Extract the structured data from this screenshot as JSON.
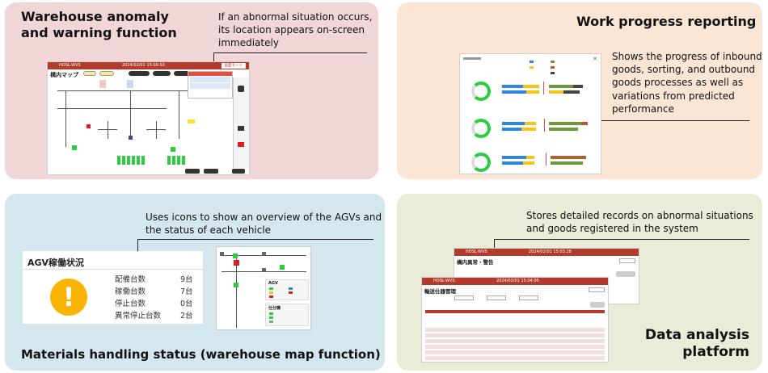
{
  "panels": {
    "anomaly": {
      "title_line1": "Warehouse anomaly",
      "title_line2": "and warning function",
      "desc_line1": "If an abnormal situation occurs,",
      "desc_line2": "its location appears on-screen",
      "desc_line3": "immediately"
    },
    "progress": {
      "title": "Work progress reporting",
      "desc_line1": "Shows the progress of inbound",
      "desc_line2": "goods, sorting, and outbound",
      "desc_line3": "goods processes as well as",
      "desc_line4": "variations from predicted",
      "desc_line5": "performance"
    },
    "materials": {
      "title": "Materials handling status (warehouse map function)",
      "desc_line1": "Uses icons to show an overview of the AGVs and",
      "desc_line2": "the status of each vehicle"
    },
    "analysis": {
      "title_line1": "Data analysis",
      "title_line2": "platform",
      "desc_line1": "Stores detailed records on abnormal situations",
      "desc_line2": "and goods registered in the system"
    }
  },
  "map_screen": {
    "app": "HOSL-WVS",
    "datetime": "2024/02/01 15:00:50",
    "title": "構内マップ",
    "top_button": "画面モード"
  },
  "agv_card": {
    "title": "AGV稼働状況",
    "warning_glyph": "!",
    "stats": [
      {
        "label": "配備台数",
        "value": "9台"
      },
      {
        "label": "稼働台数",
        "value": "7台"
      },
      {
        "label": "停止台数",
        "value": "0台"
      },
      {
        "label": "異常停止台数",
        "value": "2台"
      }
    ]
  },
  "mini_map": {
    "legend_title": "AGV",
    "section_title": "仕分機"
  },
  "data_screens": {
    "back": {
      "app": "HOSL-WVS",
      "datetime": "2024/02/01 15:03:28",
      "title": "構内異常・警告"
    },
    "front": {
      "app": "HOSL-WVS",
      "datetime": "2024/02/01 15:04:05",
      "title": "輸送仕器管理"
    }
  },
  "colors": {
    "brand_red": "#b23b2b",
    "agv_green": "#2ecc40",
    "warning_yellow": "#f8b400"
  }
}
